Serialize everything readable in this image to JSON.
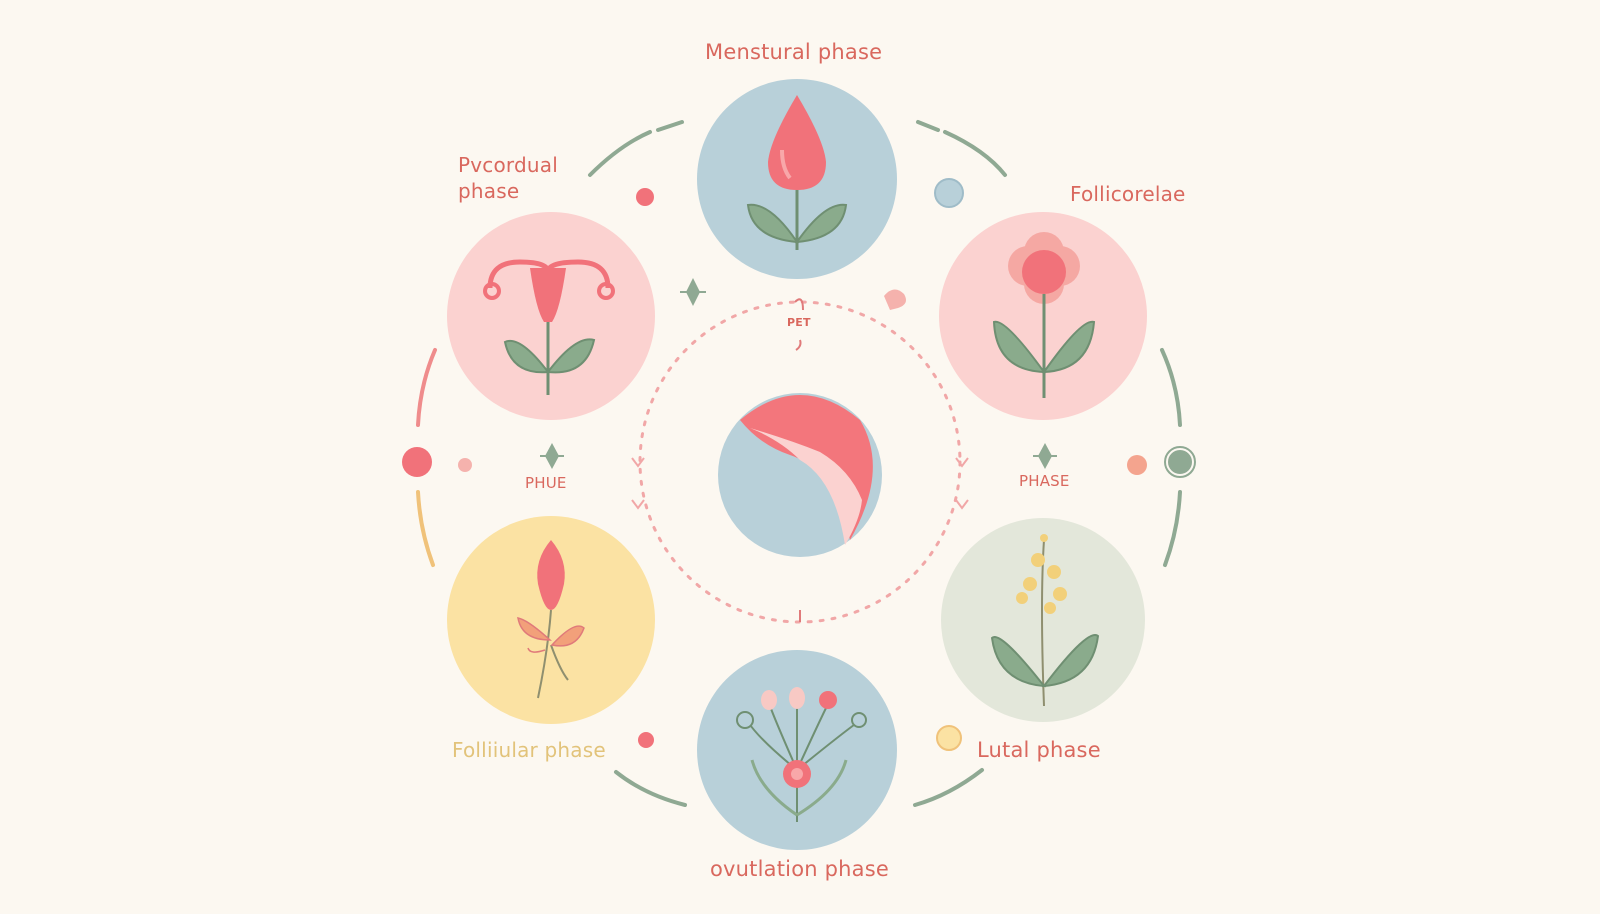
{
  "labels": {
    "menstrual": "Menstural phase",
    "pvcordual_line1": "Pvcordual",
    "pvcordual_line2": "phase",
    "follicorelae": "Follicorelae",
    "follicular": "Folliiular phase",
    "lutal": "Lutal phase",
    "ovulation": "ovutlation phase",
    "phue": "PHUE",
    "phase_small": "PHASE",
    "pet": "PET"
  },
  "colors": {
    "background": "#fcf8f1",
    "blue": "#b8d0d9",
    "pink": "#fbd2d0",
    "yellow": "#fbe2a3",
    "sage": "#e3e7da",
    "coral": "#f1727a",
    "leaf": "#8aab8c",
    "label_coral": "#d9685e",
    "label_yellow": "#e2c37a"
  },
  "icons": {
    "top": "water-drop-sprout-icon",
    "upper_left": "uterus-sprout-icon",
    "upper_right": "flower-bud-icon",
    "lower_left": "pink-bud-stem-icon",
    "lower_right": "yellow-blossom-icon",
    "bottom": "radiating-flower-icon",
    "center": "cycle-yin-yang-icon"
  }
}
